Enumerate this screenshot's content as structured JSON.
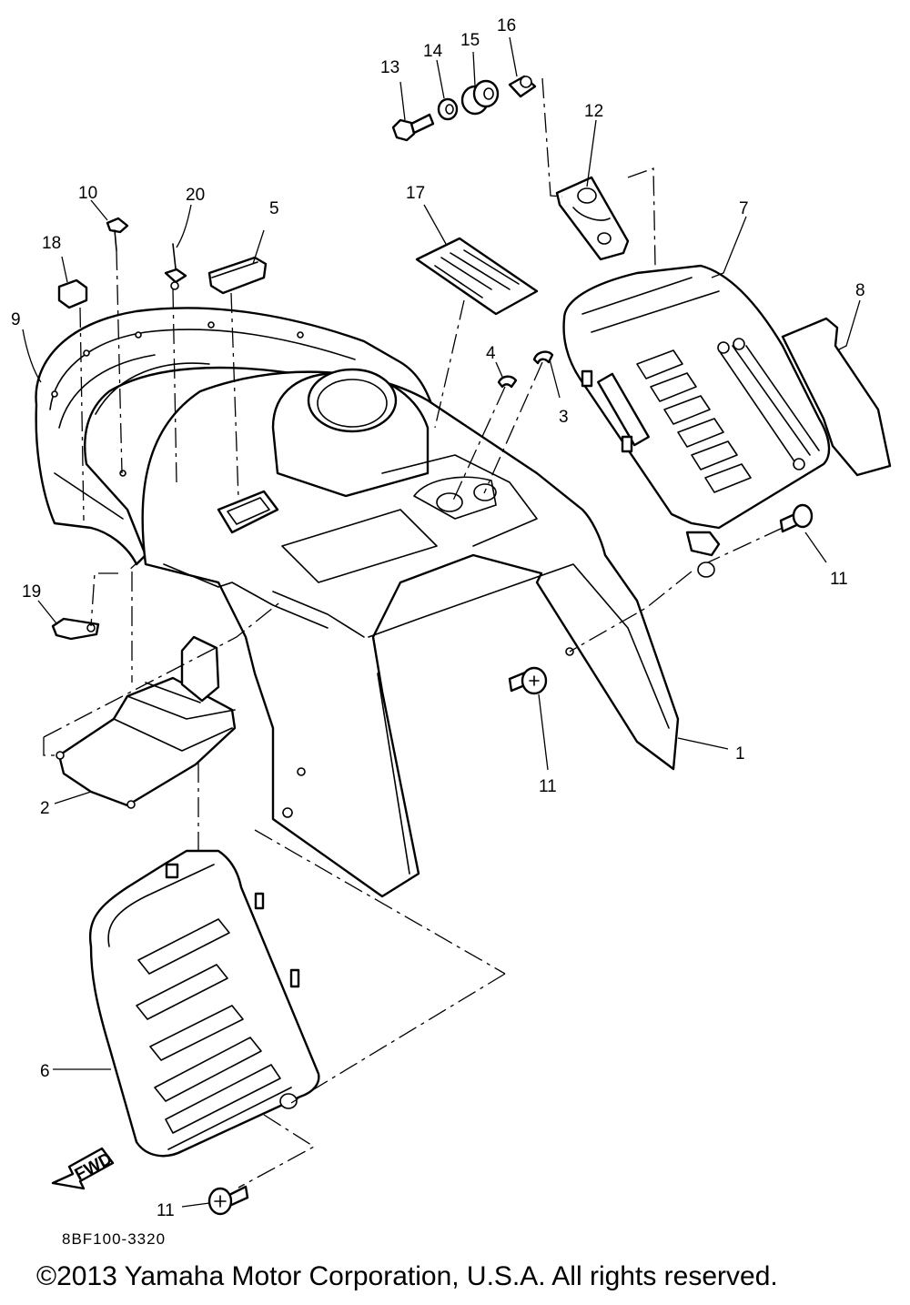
{
  "callouts": [
    {
      "id": "p1",
      "label": "1"
    },
    {
      "id": "p2",
      "label": "2"
    },
    {
      "id": "p3",
      "label": "3"
    },
    {
      "id": "p4",
      "label": "4"
    },
    {
      "id": "p5",
      "label": "5"
    },
    {
      "id": "p6",
      "label": "6"
    },
    {
      "id": "p7",
      "label": "7"
    },
    {
      "id": "p8",
      "label": "8"
    },
    {
      "id": "p9",
      "label": "9"
    },
    {
      "id": "p10",
      "label": "10"
    },
    {
      "id": "p11a",
      "label": "11"
    },
    {
      "id": "p11b",
      "label": "11"
    },
    {
      "id": "p11c",
      "label": "11"
    },
    {
      "id": "p12",
      "label": "12"
    },
    {
      "id": "p13",
      "label": "13"
    },
    {
      "id": "p14",
      "label": "14"
    },
    {
      "id": "p15",
      "label": "15"
    },
    {
      "id": "p16",
      "label": "16"
    },
    {
      "id": "p17",
      "label": "17"
    },
    {
      "id": "p18",
      "label": "18"
    },
    {
      "id": "p19",
      "label": "19"
    },
    {
      "id": "p20",
      "label": "20"
    }
  ],
  "fwd_label": "FWD",
  "drawing_code": "8BF100-3320",
  "copyright": "©2013 Yamaha Motor Corporation, U.S.A. All rights reserved."
}
